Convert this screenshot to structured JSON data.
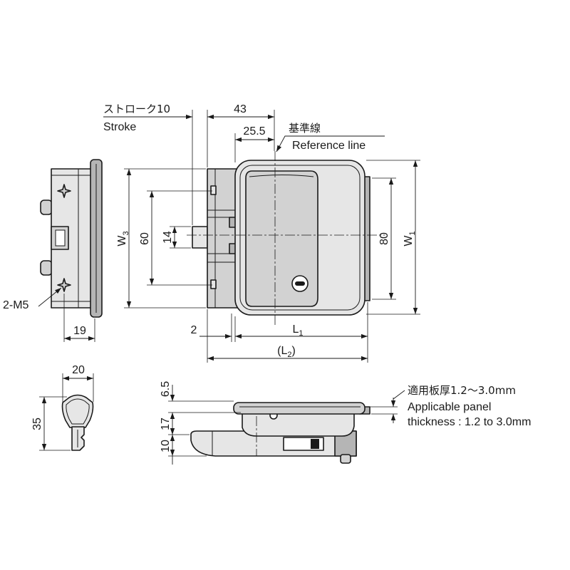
{
  "labels": {
    "stroke_jp": "ストローク10",
    "stroke_en": "Stroke",
    "dim_43": "43",
    "dim_25_5": "25.5",
    "reference_jp": "基準線",
    "reference_en": "Reference line",
    "w3": {
      "base": "W",
      "sub": "3"
    },
    "dim_60": "60",
    "dim_14": "14",
    "dim_80": "80",
    "w1": {
      "base": "W",
      "sub": "1"
    },
    "thread": "2-M5",
    "dim_19": "19",
    "dim_2": "2",
    "l1": {
      "base": "L",
      "sub": "1"
    },
    "l2": {
      "open": "(",
      "base": "L",
      "sub": "2",
      "close": ")"
    },
    "dim_20": "20",
    "dim_35": "35",
    "dim_6_5": "6.5",
    "dim_17": "17",
    "dim_10": "10",
    "panel_jp": "適用板厚1.2～3.0mm",
    "panel_en_1": "Applicable panel",
    "panel_en_2": "thickness : 1.2 to 3.0mm"
  },
  "colors": {
    "line": "#1a1a1a",
    "fill_light": "#e6e6e6",
    "fill_mid": "#d2d2d2",
    "fill_dark": "#b5b5b5"
  }
}
